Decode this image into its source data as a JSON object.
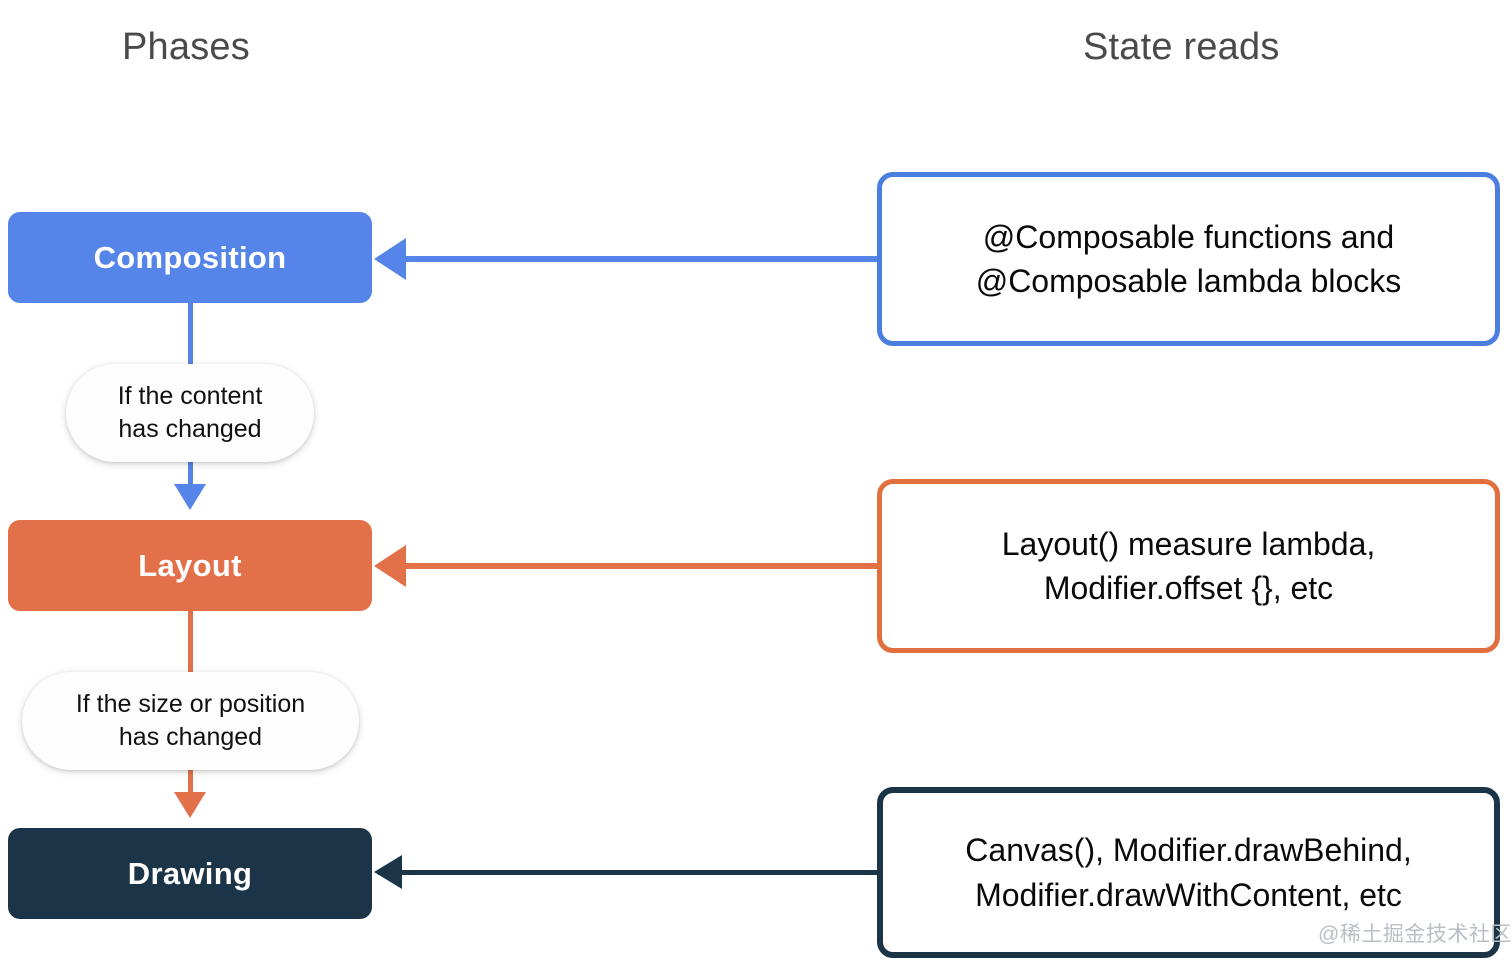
{
  "headers": {
    "phases": "Phases",
    "state_reads": "State reads"
  },
  "phases": [
    {
      "id": "composition",
      "label": "Composition",
      "color": "#5585e8",
      "text_color": "#ffffff"
    },
    {
      "id": "layout",
      "label": "Layout",
      "color": "#e2714a",
      "text_color": "#ffffff"
    },
    {
      "id": "drawing",
      "label": "Drawing",
      "color": "#1b3447",
      "text_color": "#ffffff"
    }
  ],
  "conditions": [
    {
      "id": "content-changed",
      "line1": "If the content",
      "line2": "has changed",
      "connector_color": "#5585e8"
    },
    {
      "id": "size-position-changed",
      "line1": "If the size or position",
      "line2": "has changed",
      "connector_color": "#e2714a"
    }
  ],
  "state_reads": [
    {
      "id": "composition-reads",
      "line1": "@Composable functions and",
      "line2": "@Composable lambda blocks",
      "border_color": "#4a7fe0"
    },
    {
      "id": "layout-reads",
      "line1": "Layout() measure lambda,",
      "line2": "Modifier.offset {}, etc",
      "border_color": "#e2703f"
    },
    {
      "id": "drawing-reads",
      "line1": "Canvas(), Modifier.drawBehind,",
      "line2": "Modifier.drawWithContent, etc",
      "border_color": "#1b3447"
    }
  ],
  "watermark": "@稀土掘金技术社区"
}
